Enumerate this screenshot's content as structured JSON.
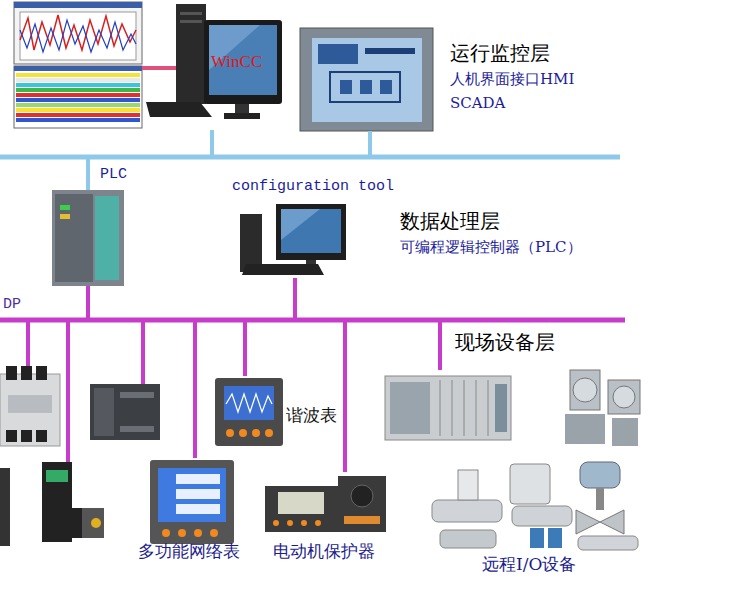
{
  "diagram": {
    "nodes": [
      {
        "text": [
          "WinCC"
        ]
      },
      {
        "text": [
          "PLC"
        ]
      },
      {
        "text": [
          "configuration tool"
        ]
      },
      {
        "text": [
          "谐波表"
        ]
      },
      {
        "text": [
          "多功能网络表"
        ]
      },
      {
        "text": [
          "电动机保护器"
        ]
      },
      {
        "text": [
          "远程I/O设备"
        ]
      }
    ],
    "edges": [
      {
        "from": 0,
        "to": 1,
        "arrow": "none"
      },
      {
        "from": 1,
        "to": 2,
        "arrow": "none"
      },
      {
        "from": 1,
        "to": 3,
        "arrow": "none"
      },
      {
        "from": 1,
        "to": 4,
        "arrow": "none"
      },
      {
        "from": 1,
        "to": 5,
        "arrow": "none"
      },
      {
        "from": 1,
        "to": 6,
        "arrow": "none"
      }
    ],
    "labels": [
      "运行监控层",
      "人机界面接口HMI",
      "SCADA",
      "数据处理层",
      "可编程逻辑控制器（PLC）",
      "DP",
      "现场设备层"
    ]
  }
}
